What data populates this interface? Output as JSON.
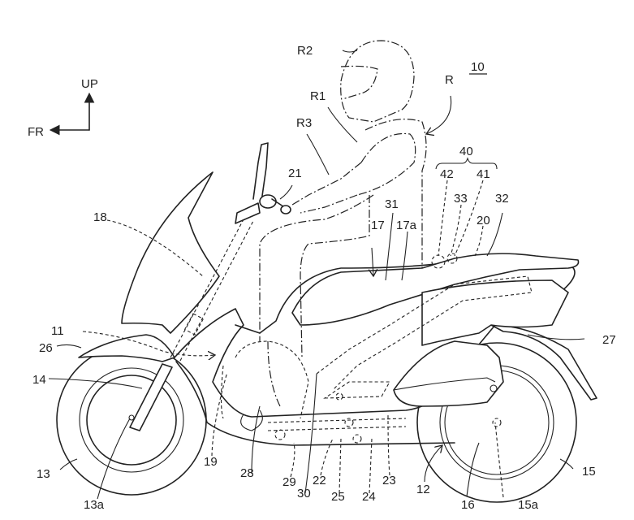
{
  "figure": {
    "figure_number": "10",
    "orientation": {
      "up_label": "UP",
      "front_label": "FR"
    },
    "rider_labels": {
      "rider": "R",
      "body": "R1",
      "head": "R2",
      "arm": "R3"
    },
    "group_label": {
      "group": "40",
      "members": [
        "42",
        "41"
      ]
    },
    "reference_labels": [
      {
        "id": "l11",
        "text": "11"
      },
      {
        "id": "l12",
        "text": "12"
      },
      {
        "id": "l13",
        "text": "13"
      },
      {
        "id": "l13a",
        "text": "13a"
      },
      {
        "id": "l14",
        "text": "14"
      },
      {
        "id": "l15",
        "text": "15"
      },
      {
        "id": "l15a",
        "text": "15a"
      },
      {
        "id": "l16",
        "text": "16"
      },
      {
        "id": "l17",
        "text": "17"
      },
      {
        "id": "l17a",
        "text": "17a"
      },
      {
        "id": "l18",
        "text": "18"
      },
      {
        "id": "l19",
        "text": "19"
      },
      {
        "id": "l20",
        "text": "20"
      },
      {
        "id": "l21",
        "text": "21"
      },
      {
        "id": "l22",
        "text": "22"
      },
      {
        "id": "l23",
        "text": "23"
      },
      {
        "id": "l24",
        "text": "24"
      },
      {
        "id": "l25",
        "text": "25"
      },
      {
        "id": "l26",
        "text": "26"
      },
      {
        "id": "l27",
        "text": "27"
      },
      {
        "id": "l28",
        "text": "28"
      },
      {
        "id": "l29",
        "text": "29"
      },
      {
        "id": "l30",
        "text": "30"
      },
      {
        "id": "l31",
        "text": "31"
      },
      {
        "id": "l32",
        "text": "32"
      },
      {
        "id": "l33",
        "text": "33"
      }
    ]
  }
}
